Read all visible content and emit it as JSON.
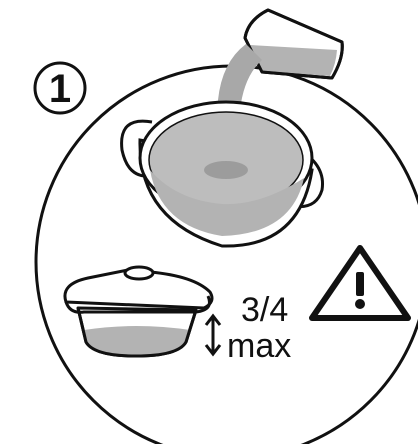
{
  "step": {
    "number": "1"
  },
  "fill_limit": {
    "fraction": "3/4",
    "word": "max"
  },
  "icons": {
    "pour": "cup-pouring-liquid-icon",
    "bowl": "bowl-with-liquid-icon",
    "dish": "covered-dish-icon",
    "level": "double-arrow-level-icon",
    "warning": "warning-triangle-icon"
  },
  "colors": {
    "liquid": "#b3b3b3",
    "outline": "#111111",
    "background": "#ffffff"
  }
}
